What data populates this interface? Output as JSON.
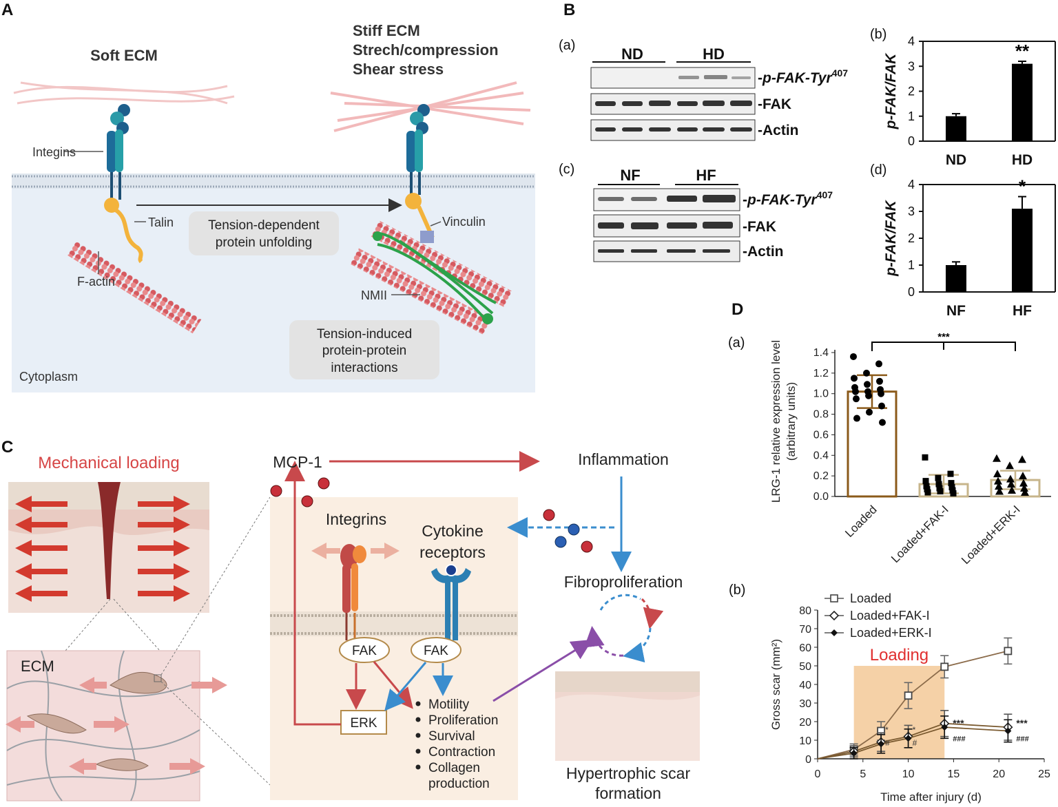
{
  "panel_labels": {
    "A": "A",
    "B": "B",
    "C": "C",
    "D": "D"
  },
  "panelA": {
    "soft_title": "Soft ECM",
    "stiff_title_lines": [
      "Stiff ECM",
      "Strech/compression",
      "Shear stress"
    ],
    "integrins": "Integins",
    "talin": "Talin",
    "factin": "F-actin",
    "vinculin": "Vinculin",
    "nmii": "NMII",
    "box1_lines": [
      "Tension-dependent",
      "protein unfolding"
    ],
    "box2_lines": [
      "Tension-induced",
      "protein-protein",
      "interactions"
    ],
    "cytoplasm": "Cytoplasm"
  },
  "panelB": {
    "a": {
      "label": "(a)",
      "groups": [
        "ND",
        "HD"
      ],
      "bands": [
        "p-FAK-Tyr",
        "FAK",
        "Actin"
      ],
      "sup": "407"
    },
    "c": {
      "label": "(c)",
      "groups": [
        "NF",
        "HF"
      ],
      "bands": [
        "p-FAK-Tyr",
        "FAK",
        "Actin"
      ],
      "sup": "407"
    }
  },
  "panelC": {
    "mechanical_loading": "Mechanical loading",
    "ecm": "ECM",
    "mcp1": "MCP-1",
    "inflammation": "Inflammation",
    "integrins": "Integrins",
    "cytokine_lines": [
      "Cytokine",
      "receptors"
    ],
    "fibroproliferation": "Fibroproliferation",
    "fak1": "FAK",
    "fak2": "FAK",
    "erk": "ERK",
    "outcomes": [
      "Motility",
      "Proliferation",
      "Survival",
      "Contraction",
      "Collagen",
      "production"
    ],
    "scar_lines": [
      "Hypertrophic scar",
      "formation"
    ]
  },
  "panelD": {
    "a_label": "(a)",
    "b_label": "(b)",
    "loading_label": "Loading"
  },
  "chart_data": [
    {
      "id": "B_b",
      "type": "bar",
      "subplot_label": "(b)",
      "categories": [
        "ND",
        "HD"
      ],
      "values": [
        1.0,
        3.1
      ],
      "errors": [
        0.1,
        0.1
      ],
      "significance": [
        "",
        "**"
      ],
      "ylabel": "p-FAK/FAK",
      "ylim": [
        0,
        4
      ],
      "yticks": [
        0,
        1,
        2,
        3,
        4
      ]
    },
    {
      "id": "B_d",
      "type": "bar",
      "subplot_label": "(d)",
      "categories": [
        "NF",
        "HF"
      ],
      "values": [
        1.0,
        3.1
      ],
      "errors": [
        0.12,
        0.45
      ],
      "significance": [
        "",
        "*"
      ],
      "ylabel": "p-FAK/FAK",
      "ylim": [
        0,
        4
      ],
      "yticks": [
        0,
        1,
        2,
        3,
        4
      ]
    },
    {
      "id": "D_a",
      "type": "bar",
      "subplot_label": "(a)",
      "categories": [
        "Loaded",
        "Loaded+FAK-I",
        "Loaded+ERK-I"
      ],
      "values": [
        1.02,
        0.12,
        0.16
      ],
      "sd": [
        0.16,
        0.09,
        0.09
      ],
      "points": [
        [
          1.36,
          1.29,
          1.2,
          1.15,
          1.12,
          1.09,
          1.06,
          1.04,
          1.02,
          1.02,
          1.0,
          0.98,
          0.95,
          0.88,
          0.82,
          0.76,
          0.72
        ],
        [
          0.38,
          0.22,
          0.18,
          0.15,
          0.13,
          0.12,
          0.1,
          0.09,
          0.08,
          0.07,
          0.06,
          0.05,
          0.04,
          0.03
        ],
        [
          0.37,
          0.36,
          0.3,
          0.22,
          0.2,
          0.17,
          0.15,
          0.13,
          0.12,
          0.1,
          0.08,
          0.06,
          0.05,
          0.04
        ]
      ],
      "markers": [
        "circle",
        "square",
        "triangle"
      ],
      "bar_colors": [
        "#8b5a1a",
        "#c7b58b",
        "#c7b58b"
      ],
      "significance": "***",
      "ylabel_lines": [
        "LRG-1 relative expression level",
        "(arbitrary units)"
      ],
      "ylim": [
        0,
        1.4
      ],
      "yticks": [
        "0.0",
        "0.2",
        "0.4",
        "0.6",
        "0.8",
        "1.0",
        "1.2",
        "1.4"
      ]
    },
    {
      "id": "D_b",
      "type": "line",
      "subplot_label": "(b)",
      "x": [
        0,
        4,
        7,
        10,
        14,
        21
      ],
      "series": [
        {
          "name": "Loaded",
          "marker": "open-square",
          "values": [
            0,
            5,
            15,
            34,
            49.5,
            58
          ],
          "errors": [
            0,
            3,
            5,
            7,
            6,
            7
          ]
        },
        {
          "name": "Loaded+FAK-I",
          "marker": "open-diamond",
          "values": [
            0,
            4,
            9,
            12,
            19,
            17
          ],
          "errors": [
            0,
            3,
            5,
            6,
            7,
            7
          ]
        },
        {
          "name": "Loaded+ERK-I",
          "marker": "filled-diamond",
          "values": [
            0,
            3,
            8,
            11,
            17,
            15
          ],
          "errors": [
            0,
            3,
            5,
            5,
            6,
            6
          ]
        }
      ],
      "annotations_14": [
        "***",
        "###"
      ],
      "annotations_21": [
        "***",
        "###"
      ],
      "annotations_7_10": [
        "*",
        "#"
      ],
      "shaded_interval": [
        4,
        14
      ],
      "xlabel": "Time after injury (d)",
      "ylabel": "Gross scar (mm²)",
      "xlim": [
        0,
        25
      ],
      "ylim": [
        0,
        80
      ],
      "xticks": [
        0,
        5,
        10,
        15,
        20,
        25
      ],
      "yticks": [
        0,
        10,
        20,
        30,
        40,
        50,
        60,
        70,
        80
      ]
    }
  ]
}
